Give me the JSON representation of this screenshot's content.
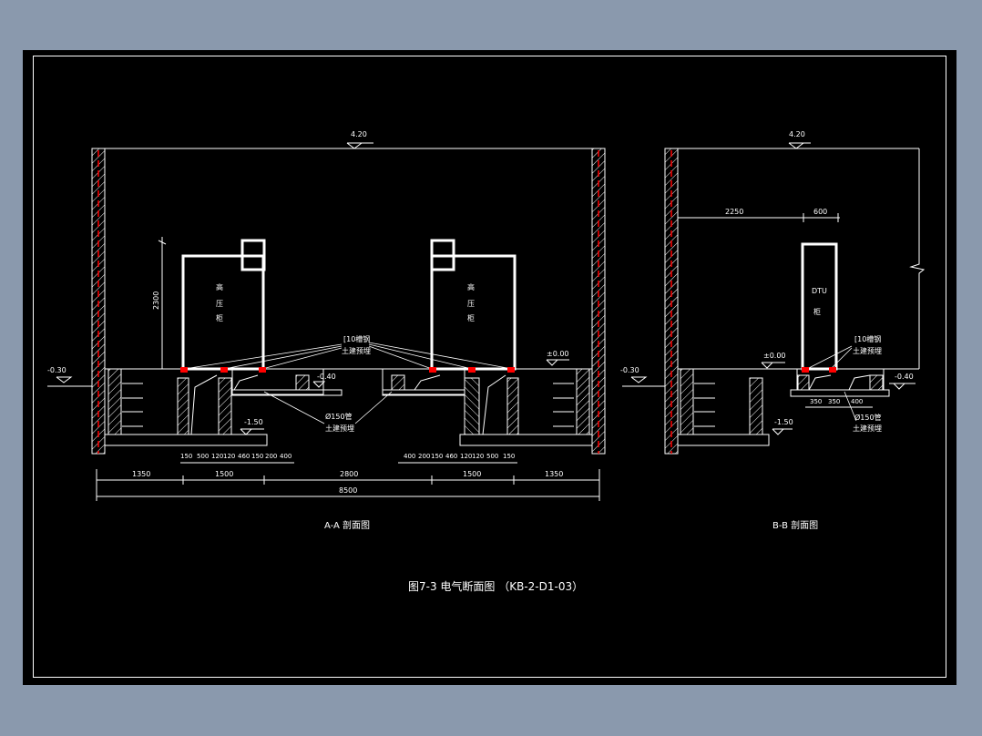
{
  "viewer": {
    "background_color": "#8a99ad",
    "canvas_color": "#000000",
    "line_color": "#ffffff",
    "accent_color": "#ff0000"
  },
  "drawing": {
    "caption": "图7-3   电气断面图  （KB-2-D1-03）",
    "section_aa": {
      "title": "A-A 剖面图",
      "top_elevation": "4.20",
      "floor_elevation": "±0.00",
      "outdoor_elevation": "-0.30",
      "trench_elevation": "-0.40",
      "pit_elevation": "-1.50",
      "cabinet_height": "2300",
      "cabinet_label_chars": [
        "高",
        "压",
        "柜"
      ],
      "note_channel_1": "[10槽钢",
      "note_channel_2": "土建预埋",
      "note_pipe_1": "Ø150管",
      "note_pipe_2": "土建预埋",
      "detail_dims_left": [
        "150",
        "500",
        "120",
        "120",
        "460",
        "150",
        "200",
        "400"
      ],
      "detail_dims_right": [
        "400",
        "200",
        "150",
        "460",
        "120",
        "120",
        "500",
        "150"
      ],
      "overall_dims": [
        "1350",
        "1500",
        "2800",
        "1500",
        "1350"
      ],
      "total_dim": "8500"
    },
    "section_bb": {
      "title": "B-B 剖面图",
      "top_elevation": "4.20",
      "floor_elevation": "±0.00",
      "outdoor_elevation": "-0.30",
      "trench_elevation": "-0.40",
      "pit_elevation": "-1.50",
      "cabinet_label_chars": [
        "DTU",
        "柜"
      ],
      "horizontal_dims": [
        "2250",
        "600"
      ],
      "note_channel_1": "[10槽钢",
      "note_channel_2": "土建预埋",
      "note_pipe_1": "Ø150管",
      "note_pipe_2": "土建预埋",
      "detail_dims": [
        "350",
        "350",
        "400"
      ]
    }
  }
}
